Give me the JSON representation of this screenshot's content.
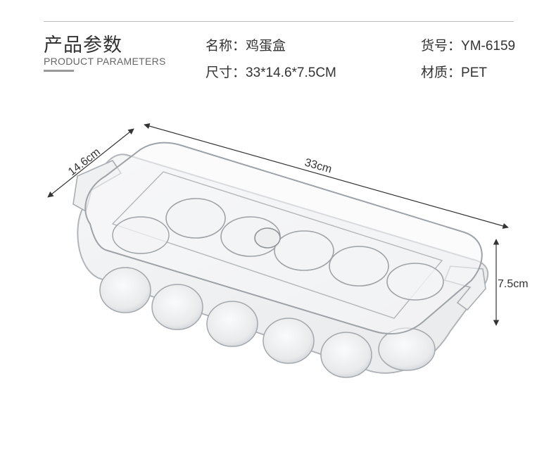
{
  "header": {
    "title_cn": "产品参数",
    "title_en": "PRODUCT PARAMETERS"
  },
  "specs": {
    "name": {
      "label": "名称：",
      "value": "鸡蛋盒"
    },
    "size": {
      "label": "尺寸：",
      "value": "33*14.6*7.5CM"
    },
    "code": {
      "label": "货号：",
      "value": "YM-6159"
    },
    "material": {
      "label": "材质：",
      "value": "PET"
    }
  },
  "dimensions": {
    "length": "33cm",
    "width": "14.6cm",
    "height": "7.5cm"
  }
}
